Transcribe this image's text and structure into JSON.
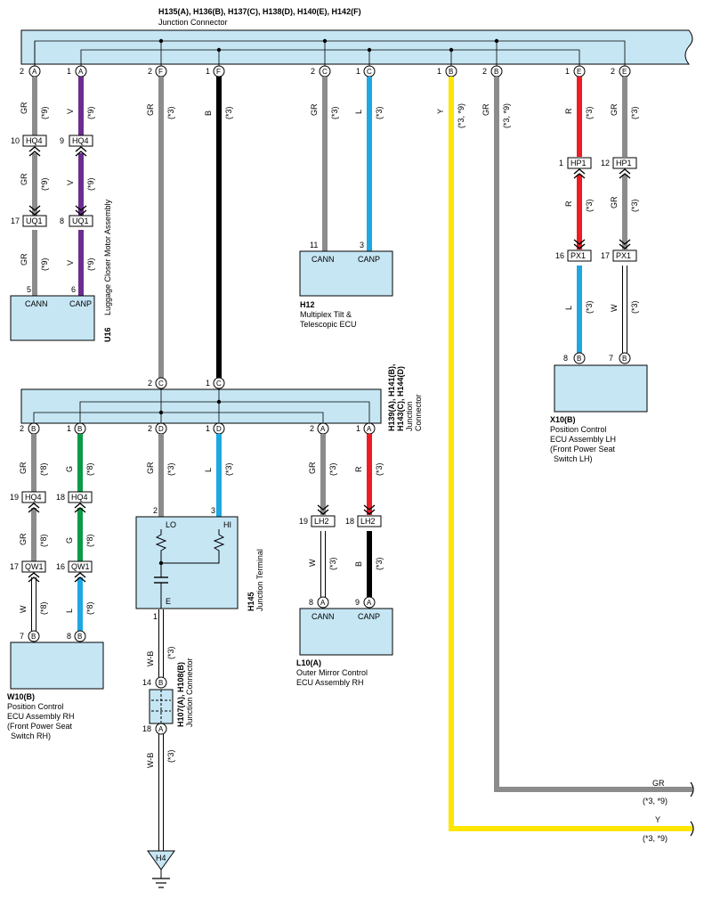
{
  "top_connector": {
    "code": "H135(A), H136(B), H137(C), H138(D), H140(E), H142(F)",
    "name": "Junction Connector"
  },
  "mid_connector": {
    "code_line1": "H139(A), H141(B),",
    "code_line2": "H143(C), H144(D)",
    "name_line1": "Junction",
    "name_line2": "Connector"
  },
  "top_pins": [
    {
      "num": "2",
      "letter": "A"
    },
    {
      "num": "1",
      "letter": "A"
    },
    {
      "num": "2",
      "letter": "F"
    },
    {
      "num": "1",
      "letter": "F"
    },
    {
      "num": "2",
      "letter": "C"
    },
    {
      "num": "1",
      "letter": "C"
    },
    {
      "num": "1",
      "letter": "B"
    },
    {
      "num": "2",
      "letter": "B"
    },
    {
      "num": "1",
      "letter": "E"
    },
    {
      "num": "2",
      "letter": "E"
    }
  ],
  "mid_top_pins": [
    {
      "num": "2",
      "letter": "C"
    },
    {
      "num": "1",
      "letter": "C"
    }
  ],
  "mid_bottom_pins": [
    {
      "num": "2",
      "letter": "B"
    },
    {
      "num": "1",
      "letter": "B"
    },
    {
      "num": "2",
      "letter": "D"
    },
    {
      "num": "1",
      "letter": "D"
    },
    {
      "num": "2",
      "letter": "A"
    },
    {
      "num": "1",
      "letter": "A"
    }
  ],
  "wire_labels": {
    "w1_color": "GR",
    "w1_note": "(*9)",
    "w2_color": "V",
    "w2_note": "(*9)",
    "w3_color": "GR",
    "w3_note": "(*3)",
    "w4_color": "B",
    "w4_note": "(*3)",
    "w5_color": "GR",
    "w5_note": "(*3)",
    "w6_color": "L",
    "w6_note": "(*3)",
    "w7_color": "Y",
    "w7_note": "(*3, *9)",
    "w8_color": "GR",
    "w8_note": "(*3, *9)",
    "w9_color": "R",
    "w9_note": "(*3)",
    "w10_color": "GR",
    "w10_note": "(*3)",
    "w9b_color": "R",
    "w9b_note": "(*3)",
    "w10b_color": "GR",
    "w10b_note": "(*3)",
    "w9c_color": "L",
    "w9c_note": "(*3)",
    "w10c_color": "W",
    "w10c_note": "(*3)",
    "m1_color": "GR",
    "m1_note": "(*8)",
    "m2_color": "G",
    "m2_note": "(*8)",
    "m3_color": "GR",
    "m3_note": "(*3)",
    "m4_color": "L",
    "m4_note": "(*3)",
    "m5_color": "GR",
    "m5_note": "(*3)",
    "m6_color": "R",
    "m6_note": "(*3)",
    "m1b_color": "GR",
    "m1b_note": "(*8)",
    "m2b_color": "G",
    "m2b_note": "(*8)",
    "m1c_color": "W",
    "m1c_note": "(*8)",
    "m2c_color": "L",
    "m2c_note": "(*8)",
    "m5b_color": "W",
    "m5b_note": "(*3)",
    "m6b_color": "B",
    "m6b_note": "(*3)",
    "g1_color": "W-B",
    "g1_note": "(*3)",
    "g2_color": "W-B",
    "g2_note": "(*3)",
    "w1b_color": "GR",
    "w1b_note": "(*9)",
    "w2b_color": "V",
    "w2b_note": "(*9)",
    "w1c_color": "GR",
    "w1c_note": "(*9)",
    "w2c_color": "V",
    "w2c_note": "(*9)"
  },
  "inline_connectors": {
    "hq4_a_left": {
      "pin": "10",
      "name": "HQ4"
    },
    "hq4_a_right": {
      "pin": "9",
      "name": "HQ4"
    },
    "uq1_left": {
      "pin": "17",
      "name": "UQ1"
    },
    "uq1_right": {
      "pin": "8",
      "name": "UQ1"
    },
    "hp1_left": {
      "pin": "1",
      "name": "HP1"
    },
    "hp1_right": {
      "pin": "12",
      "name": "HP1"
    },
    "px1_left": {
      "pin": "16",
      "name": "PX1"
    },
    "px1_right": {
      "pin": "17",
      "name": "PX1"
    },
    "hq4_b_left": {
      "pin": "19",
      "name": "HQ4"
    },
    "hq4_b_right": {
      "pin": "18",
      "name": "HQ4"
    },
    "qw1_left": {
      "pin": "17",
      "name": "QW1"
    },
    "qw1_right": {
      "pin": "16",
      "name": "QW1"
    },
    "lh2_left": {
      "pin": "19",
      "name": "LH2"
    },
    "lh2_right": {
      "pin": "18",
      "name": "LH2"
    }
  },
  "u16": {
    "pin_left": "5",
    "pin_right": "6",
    "label_left": "CANN",
    "label_right": "CANP",
    "code": "U16",
    "name": "Luggage Closer Motor Assembly"
  },
  "h12": {
    "pin_left": "11",
    "pin_right": "3",
    "label_left": "CANN",
    "label_right": "CANP",
    "code": "H12",
    "name_line1": "Multiplex Tilt &",
    "name_line2": "Telescopic ECU"
  },
  "x10": {
    "pin_left": "8",
    "pin_right": "7",
    "letter_left": "B",
    "letter_right": "B",
    "code": "X10(B)",
    "name_line1": "Position Control",
    "name_line2": "ECU Assembly LH",
    "name_line3": "(Front Power Seat",
    "name_line4": "Switch LH)"
  },
  "w10": {
    "pin_left": "7",
    "pin_right": "8",
    "letter_left": "B",
    "letter_right": "B",
    "code": "W10(B)",
    "name_line1": "Position Control",
    "name_line2": "ECU Assembly RH",
    "name_line3": "(Front Power Seat",
    "name_line4": "Switch RH)"
  },
  "h145": {
    "pin_lo": "2",
    "pin_hi": "3",
    "pin_e": "1",
    "label_lo": "LO",
    "label_hi": "HI",
    "label_e": "E",
    "code": "H145",
    "name": "Junction Terminal"
  },
  "l10": {
    "pin_left": "8",
    "pin_right": "9",
    "letter_left": "A",
    "letter_right": "A",
    "label_left": "CANN",
    "label_right": "CANP",
    "code": "L10(A)",
    "name_line1": "Outer Mirror Control",
    "name_line2": "ECU Assembly RH"
  },
  "h107": {
    "pin_top": "14",
    "letter_top": "B",
    "pin_bottom": "18",
    "letter_bottom": "A",
    "code": "H107(A), H108(B)",
    "name": "Junction Connector"
  },
  "ground": {
    "code": "H4"
  },
  "outputs": {
    "gr_color": "GR",
    "gr_note": "(*3, *9)",
    "y_color": "Y",
    "y_note": "(*3, *9)"
  },
  "colors": {
    "gray": "#8c8c8c",
    "violet": "#6a2d8f",
    "black": "#000000",
    "blue": "#1ea7e1",
    "yellow": "#ffe600",
    "red": "#ee1c24",
    "green": "#0a9a48",
    "box_fill": "#c6e6f4"
  }
}
